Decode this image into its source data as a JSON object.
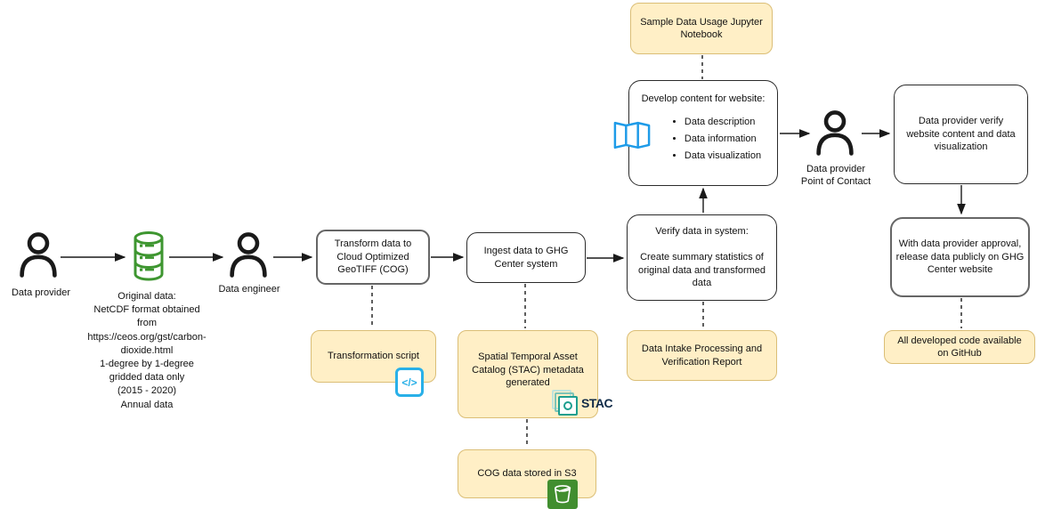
{
  "colors": {
    "yellow_fill": "#FFEFC6",
    "yellow_border": "#DBBE76",
    "box_border_dark": "#2b2b2b",
    "box_border_gray": "#666666",
    "database_green": "#3E9630",
    "s3_green": "#418E2F",
    "map_blue": "#1E9BE8",
    "code_blue": "#29B0E8",
    "stac_teal": "#1D9E8F",
    "stac_text_navy": "#0E2A47",
    "line_black": "#1a1a1a"
  },
  "nodes": {
    "data_provider": {
      "label": "Data provider",
      "icon": "person-icon"
    },
    "original_data": {
      "label": "Original data:\nNetCDF format obtained\nfrom\nhttps://ceos.org/gst/carbon-\ndioxide.html\n1-degree by 1-degree\ngridded data only\n(2015 - 2020)\nAnnual data",
      "icon": "database-icon"
    },
    "data_engineer": {
      "label": "Data engineer",
      "icon": "person-icon"
    },
    "transform": {
      "label": "Transform data to\nCloud Optimized\nGeoTIFF (COG)"
    },
    "ingest": {
      "label": "Ingest data to GHG\nCenter system"
    },
    "verify": {
      "label": "Verify data in system:\n\nCreate summary statistics of\noriginal data and transformed\ndata"
    },
    "develop": {
      "title": "Develop content for website:",
      "bullets": [
        "Data description",
        "Data information",
        "Data visualization"
      ],
      "icon": "map-icon"
    },
    "poc": {
      "label": "Data provider\nPoint of Contact",
      "icon": "person-icon"
    },
    "poc_verify": {
      "label": "Data provider verify\nwebsite content and data\nvisualization"
    },
    "release": {
      "label": "With data provider approval,\nrelease data publicly on GHG\nCenter website"
    },
    "sample_notebook": {
      "label": "Sample Data Usage Jupyter\nNotebook"
    },
    "transformation_script": {
      "label": "Transformation script",
      "icon": "code-icon"
    },
    "stac_metadata": {
      "label": "Spatial Temporal Asset\nCatalog (STAC) metadata\ngenerated",
      "icon": "stac-logo",
      "logo_text": "STAC"
    },
    "cog_s3": {
      "label": "COG data stored in S3",
      "icon": "s3-bucket-icon"
    },
    "intake_report": {
      "label": "Data Intake Processing and\nVerification Report"
    },
    "github": {
      "label": "All developed code available\non GitHub"
    }
  },
  "icons": {
    "code_glyph": "</>"
  }
}
